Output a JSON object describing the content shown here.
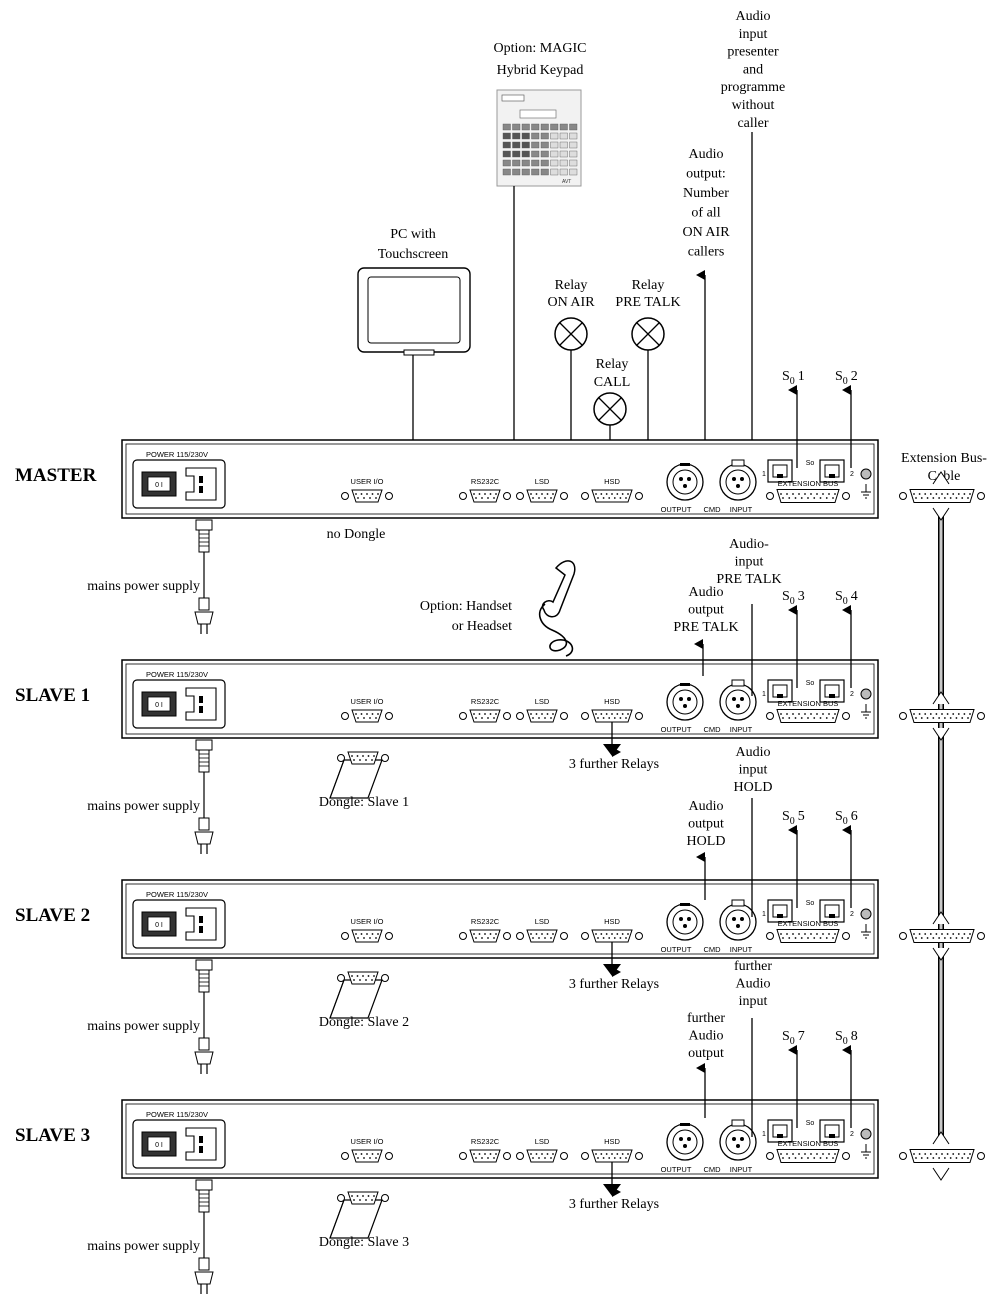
{
  "units": [
    {
      "name": "MASTER",
      "dongle": "no Dongle",
      "extra": "",
      "s_left": "1",
      "s_right": "2"
    },
    {
      "name": "SLAVE 1",
      "dongle": "Dongle: Slave 1",
      "extra": "3 further Relays",
      "s_left": "3",
      "s_right": "4"
    },
    {
      "name": "SLAVE 2",
      "dongle": "Dongle: Slave 2",
      "extra": "3 further Relays",
      "s_left": "5",
      "s_right": "6"
    },
    {
      "name": "SLAVE 3",
      "dongle": "Dongle: Slave 3",
      "extra": "3 further Relays",
      "s_left": "7",
      "s_right": "8"
    }
  ],
  "panel": {
    "power": "POWER 115/230V",
    "switch": "0 I",
    "user_io": "USER I/O",
    "rs232c": "RS232C",
    "lsd": "LSD",
    "hsd": "HSD",
    "output": "OUTPUT",
    "cmd": "CMD",
    "input": "INPUT",
    "ext_bus": "EXTENSION BUS",
    "so": "So",
    "port1": "1",
    "port2": "2"
  },
  "s_prefix": "S",
  "s_sub": "0",
  "mains": "mains power supply",
  "ext_cable": [
    "Extension Bus-",
    "Cable"
  ],
  "pc": [
    "PC with",
    "Touchscreen"
  ],
  "keypad": [
    "Option: MAGIC",
    "Hybrid Keypad"
  ],
  "relay_onair": [
    "Relay",
    "ON AIR"
  ],
  "relay_pretalk": [
    "Relay",
    "PRE TALK"
  ],
  "relay_call": [
    "Relay",
    "CALL"
  ],
  "audio_out_master": [
    "Audio",
    "output:",
    "Number",
    "of all",
    "ON AIR",
    "callers"
  ],
  "audio_in_master": [
    "Audio",
    "input",
    "presenter",
    "and",
    "programme",
    "without",
    "caller"
  ],
  "handset": [
    "Option: Handset",
    "or Headset"
  ],
  "audio_out_s1": [
    "Audio",
    "output",
    "PRE TALK"
  ],
  "audio_in_s1": [
    "Audio-",
    "input",
    "PRE TALK"
  ],
  "audio_out_s2": [
    "Audio",
    "output",
    "HOLD"
  ],
  "audio_in_s2": [
    "Audio",
    "input",
    "HOLD"
  ],
  "audio_out_s3": [
    "further",
    "Audio",
    "output"
  ],
  "audio_in_s3": [
    "further",
    "Audio",
    "input"
  ]
}
